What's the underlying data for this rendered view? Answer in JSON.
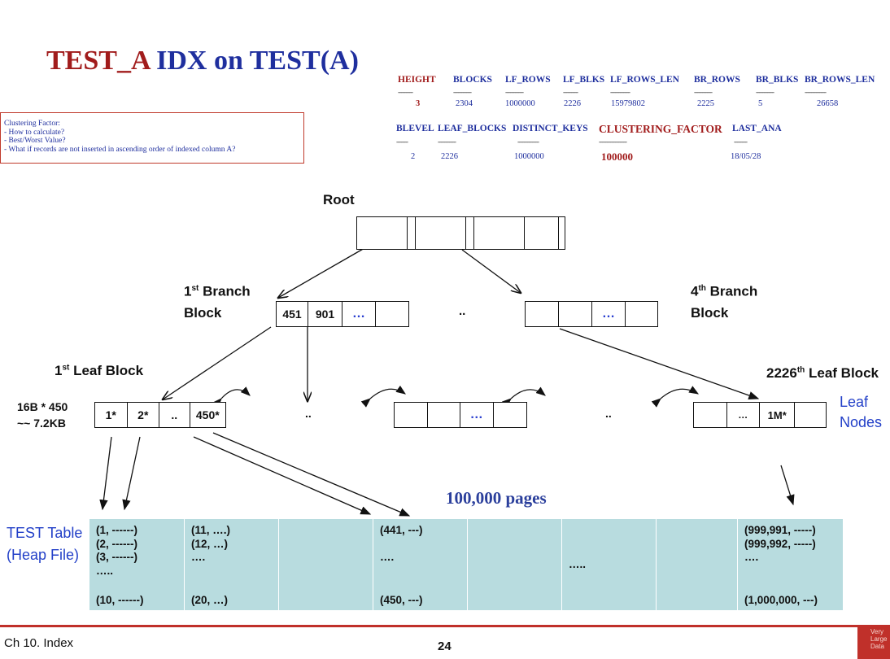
{
  "slide": {
    "title_part1": "TEST_A",
    "title_part2": "IDX on TEST(A)",
    "footer_left": "Ch 10. Index",
    "page_number": "24",
    "logo_text": [
      "Very",
      "Large",
      "Data"
    ]
  },
  "stats_row1": {
    "headers": [
      "HEIGHT",
      "BLOCKS",
      "LF_ROWS",
      "LF_BLKS",
      "LF_ROWS_LEN",
      "BR_ROWS",
      "BR_BLKS",
      "BR_ROWS_LEN"
    ],
    "values": [
      "3",
      "2304",
      "1000000",
      "2226",
      "15979802",
      "2225",
      "5",
      "26658"
    ]
  },
  "stats_row2": {
    "headers": [
      "BLEVEL",
      "LEAF_BLOCKS",
      "DISTINCT_KEYS",
      "CLUSTERING_FACTOR",
      "LAST_ANA"
    ],
    "values": [
      "2",
      "2226",
      "1000000",
      "100000",
      "18/05/28"
    ]
  },
  "note": {
    "lines": [
      "Clustering Factor:",
      "- How to calculate?",
      "- Best/Worst Value?",
      "- What if records are not inserted in ascending order of indexed column A?"
    ]
  },
  "tree": {
    "root_label": "Root",
    "branch1_label_a": "1",
    "branch1_label_sup": "st",
    "branch1_label_b": " Branch",
    "branch1_label_c": "Block",
    "branch4_label_a": "4",
    "branch4_label_sup": "th",
    "branch4_label_b": " Branch",
    "branch4_label_c": "Block",
    "branch1_cells": [
      "451",
      "901",
      "…",
      ""
    ],
    "branch4_cells": [
      "",
      "",
      "…",
      ""
    ],
    "between_branches": "..",
    "leaf1_label_a": "1",
    "leaf1_label_sup": "st",
    "leaf1_label_b": " Leaf Block",
    "leaf2226_label_a": "2226",
    "leaf2226_label_sup": "th",
    "leaf2226_label_b": " Leaf Block",
    "leaf_size_line1": "16B * 450",
    "leaf_size_line2": "~~ 7.2KB",
    "leaf1_cells": [
      "1*",
      "2*",
      "..",
      "450*"
    ],
    "leaf_mid_cells": [
      "",
      "",
      "…",
      ""
    ],
    "leaf_last_cells": [
      "",
      "…",
      "1M*",
      ""
    ],
    "between_leaves_1": "..",
    "between_leaves_2": "..",
    "leaf_nodes_label_1": "Leaf",
    "leaf_nodes_label_2": "Nodes"
  },
  "heap": {
    "pages_label": "100,000 pages",
    "table_label_1": "TEST Table",
    "table_label_2": "(Heap File)",
    "col1": [
      "(1, ------)",
      "(2, ------)",
      "(3, ------)",
      "….."
    ],
    "col1_last": "(10, ------)",
    "col2": [
      "(11, ….)",
      "(12, …)",
      "…."
    ],
    "col2_last": "(20, …)",
    "col4": [
      "(441, ---)",
      "",
      "…."
    ],
    "col4_last": "(450, ---)",
    "col6_mid": "…..",
    "col8": [
      "(999,991, -----)",
      "(999,992, -----)",
      "…."
    ],
    "col8_last": "(1,000,000, ---)"
  },
  "colors": {
    "title_red": "#a11c1c",
    "title_blue": "#1f2f9e",
    "heap_fill": "#b8dcdf",
    "footer_red": "#c0302a"
  }
}
